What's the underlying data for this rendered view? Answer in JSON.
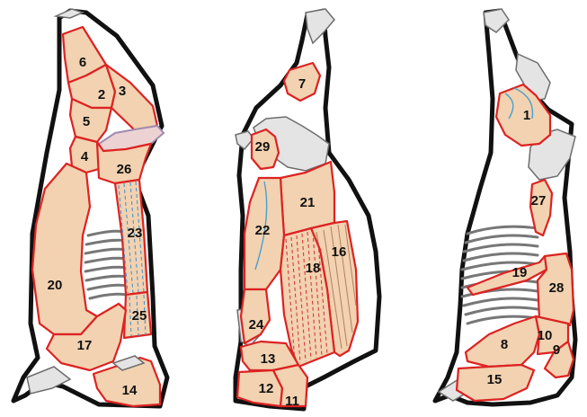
{
  "colors": {
    "cut_fill": "#f2d2b0",
    "cut_outline": "#dd2222",
    "carcass_outline": "#111111",
    "bone_fill": "#e4e4e4",
    "fascia_blue": "#4a9fd0"
  },
  "views": [
    {
      "name": "left-view",
      "cuts": [
        {
          "number": "6"
        },
        {
          "number": "2"
        },
        {
          "number": "3"
        },
        {
          "number": "5"
        },
        {
          "number": "4"
        },
        {
          "number": "26"
        },
        {
          "number": "23"
        },
        {
          "number": "20"
        },
        {
          "number": "25"
        },
        {
          "number": "17"
        },
        {
          "number": "14"
        }
      ]
    },
    {
      "name": "middle-view",
      "cuts": [
        {
          "number": "7"
        },
        {
          "number": "29"
        },
        {
          "number": "21"
        },
        {
          "number": "22"
        },
        {
          "number": "16"
        },
        {
          "number": "18"
        },
        {
          "number": "24"
        },
        {
          "number": "13"
        },
        {
          "number": "12"
        },
        {
          "number": "11"
        }
      ]
    },
    {
      "name": "right-view",
      "cuts": [
        {
          "number": "1"
        },
        {
          "number": "27"
        },
        {
          "number": "19"
        },
        {
          "number": "28"
        },
        {
          "number": "8"
        },
        {
          "number": "10"
        },
        {
          "number": "9"
        },
        {
          "number": "15"
        }
      ]
    }
  ]
}
